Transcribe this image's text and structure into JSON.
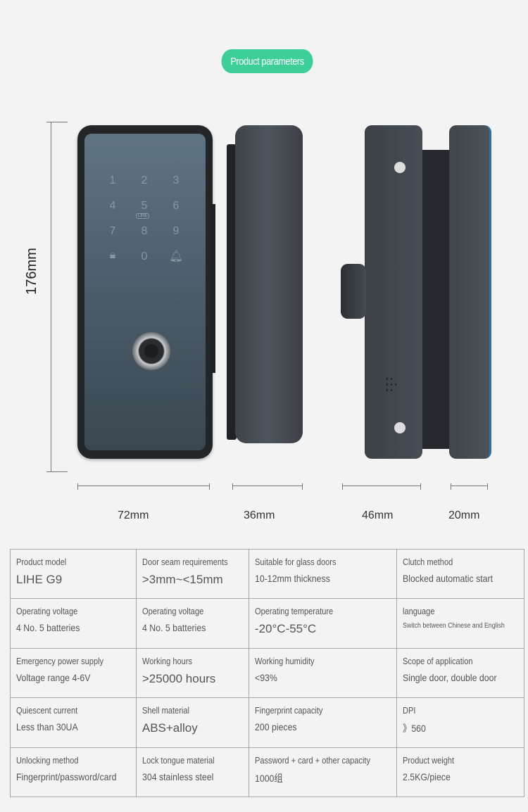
{
  "header": {
    "title": "Product parameters"
  },
  "keypad": {
    "keys": [
      "1",
      "2",
      "3",
      "4",
      "5",
      "6",
      "7",
      "8",
      "9",
      "lock",
      "0",
      "bell"
    ],
    "logo": "LIHE"
  },
  "dimensions": {
    "height": "176mm",
    "front_width": "72mm",
    "side_depth": "36mm",
    "back_width": "46mm",
    "clamp_width": "20mm"
  },
  "specs": [
    [
      {
        "label": "Product model",
        "value": "LIHE G9"
      },
      {
        "label": "Door seam requirements",
        "value": ">3mm~<15mm"
      },
      {
        "label": "Suitable for glass doors",
        "value": "10-12mm thickness"
      },
      {
        "label": "Clutch method",
        "value": "Blocked automatic start"
      }
    ],
    [
      {
        "label": "Operating voltage",
        "value": "4 No. 5 batteries"
      },
      {
        "label": "Operating voltage",
        "value": "4 No. 5 batteries"
      },
      {
        "label": "Operating temperature",
        "value": "-20°C-55°C"
      },
      {
        "label": "language",
        "value": "Switch between Chinese and English"
      }
    ],
    [
      {
        "label": "Emergency power supply",
        "value": "Voltage range 4-6V"
      },
      {
        "label": "Working hours",
        "value": ">25000 hours"
      },
      {
        "label": "Working humidity",
        "value": "<93%"
      },
      {
        "label": "Scope of application",
        "value": "Single door, double door"
      }
    ],
    [
      {
        "label": "Quiescent current",
        "value": "Less than 30UA"
      },
      {
        "label": "Shell material",
        "value": "ABS+alloy"
      },
      {
        "label": "Fingerprint capacity",
        "value": "200 pieces"
      },
      {
        "label": "DPI",
        "value": "》560"
      }
    ],
    [
      {
        "label": "Unlocking method",
        "value": "Fingerprint/password/card"
      },
      {
        "label": "Lock tongue material",
        "value": "304 stainless steel"
      },
      {
        "label": "Password + card + other capacity",
        "value": "1000组"
      },
      {
        "label": "Product weight",
        "value": "2.5KG/piece"
      }
    ]
  ]
}
